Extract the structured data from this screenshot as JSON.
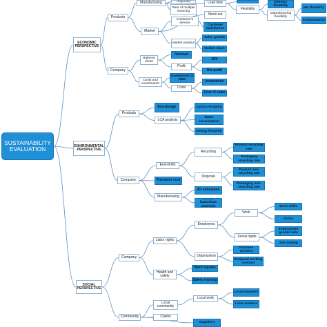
{
  "nodes": [
    {
      "id": "root",
      "text": "SUSTAINABILITY EVALUATION",
      "style": "root"
    },
    {
      "id": "econ",
      "text": "ECONOMIC PERSPECTIVE",
      "style": "persp"
    },
    {
      "id": "env",
      "text": "ENVIRONMENTAL PERSPECTIVE",
      "style": "persp"
    },
    {
      "id": "soc",
      "text": "SOCIAL PERSPECTIVE",
      "style": "persp"
    },
    {
      "id": "e_products",
      "text": "Products",
      "style": "white"
    },
    {
      "id": "e_company",
      "text": "Company",
      "style": "white"
    },
    {
      "id": "e_manufacturing",
      "text": "Manufacturing",
      "style": "white"
    },
    {
      "id": "e_market",
      "text": "Market",
      "style": "white"
    },
    {
      "id": "e_response",
      "text": "response",
      "style": "white"
    },
    {
      "id": "e_rate_sourcing",
      "text": "Rate of multiple sourcing",
      "style": "white"
    },
    {
      "id": "e_lead_time",
      "text": "Lead time",
      "style": "white"
    },
    {
      "id": "e_flexibility",
      "text": "Flexibility",
      "style": "white"
    },
    {
      "id": "e_top_blue",
      "text": "",
      "style": "blue"
    },
    {
      "id": "e_delivery_flex",
      "text": "Delivery flexibility",
      "style": "blue"
    },
    {
      "id": "e_mfg_flex",
      "text": "Manufacturing flexibility",
      "style": "white"
    },
    {
      "id": "e_mix_flex",
      "text": "Mix flexibility",
      "style": "blue"
    },
    {
      "id": "e_customization",
      "text": "Customization",
      "style": "blue"
    },
    {
      "id": "e_stockout",
      "text": "Stock-out",
      "style": "white"
    },
    {
      "id": "e_cust_service",
      "text": "Customer's service",
      "style": "white"
    },
    {
      "id": "e_cust_satis",
      "text": "Customer satisfaction",
      "style": "blue"
    },
    {
      "id": "e_market_pos",
      "text": "Market position",
      "style": "white"
    },
    {
      "id": "e_sales_growth",
      "text": "Sales growth",
      "style": "blue"
    },
    {
      "id": "e_market_share",
      "text": "Market share",
      "style": "blue"
    },
    {
      "id": "e_balance",
      "text": "Balance sheet",
      "style": "white"
    },
    {
      "id": "e_turnover",
      "text": "Turnover",
      "style": "blue"
    },
    {
      "id": "e_profit",
      "text": "Profit",
      "style": "white"
    },
    {
      "id": "e_roi",
      "text": "ROI",
      "style": "blue"
    },
    {
      "id": "e_net_profit",
      "text": "Net profit",
      "style": "blue"
    },
    {
      "id": "e_costs_inv",
      "text": "Costs and investments",
      "style": "white"
    },
    {
      "id": "e_inv_rd",
      "text": "Investments in R&D",
      "style": "blue"
    },
    {
      "id": "e_costs",
      "text": "Costs",
      "style": "white"
    },
    {
      "id": "e_inventories",
      "text": "Inventories",
      "style": "blue"
    },
    {
      "id": "e_cost_sales",
      "text": "Cost of sales",
      "style": "blue"
    },
    {
      "id": "v_products",
      "text": "Products",
      "style": "white"
    },
    {
      "id": "v_ecodesign",
      "text": "Eco-design",
      "style": "blue"
    },
    {
      "id": "v_lca",
      "text": "LCA analysis",
      "style": "white"
    },
    {
      "id": "v_carbon",
      "text": "Carbon footprint",
      "style": "blue"
    },
    {
      "id": "v_water",
      "text": "Water consumption",
      "style": "blue"
    },
    {
      "id": "v_energy",
      "text": "Energy footprint",
      "style": "blue"
    },
    {
      "id": "v_company",
      "text": "Company",
      "style": "white"
    },
    {
      "id": "v_endlife",
      "text": "End-of-life",
      "style": "white"
    },
    {
      "id": "v_recycling",
      "text": "Recycling",
      "style": "white"
    },
    {
      "id": "v_prod_recyc",
      "text": "Product recycling rate",
      "style": "blue"
    },
    {
      "id": "v_pack_recyc",
      "text": "Packaging recycling rate",
      "style": "blue"
    },
    {
      "id": "v_disposal",
      "text": "Disposal",
      "style": "white"
    },
    {
      "id": "v_prod_nonrecyc",
      "text": "Product non-recycling rate",
      "style": "blue"
    },
    {
      "id": "v_pack_nonrecyc",
      "text": "Packaging non-recycling rate",
      "style": "blue"
    },
    {
      "id": "v_transport",
      "text": "Transport cost",
      "style": "blue"
    },
    {
      "id": "v_manufacturing",
      "text": "Manufacturing",
      "style": "white"
    },
    {
      "id": "v_air",
      "text": "Air emissions",
      "style": "blue"
    },
    {
      "id": "v_hazard",
      "text": "Use of hazardous materials",
      "style": "blue"
    },
    {
      "id": "s_company",
      "text": "Company",
      "style": "white"
    },
    {
      "id": "s_labor",
      "text": "Labor rights",
      "style": "white"
    },
    {
      "id": "s_employees",
      "text": "Employees",
      "style": "white"
    },
    {
      "id": "s_work",
      "text": "Work",
      "style": "white"
    },
    {
      "id": "s_shifts",
      "text": "Work shifts",
      "style": "blue"
    },
    {
      "id": "s_salary",
      "text": "Salary",
      "style": "blue"
    },
    {
      "id": "s_social_rights",
      "text": "Social rights",
      "style": "white"
    },
    {
      "id": "s_gender",
      "text": "Employment gender ratio",
      "style": "blue"
    },
    {
      "id": "s_job_training",
      "text": "Job training",
      "style": "blue"
    },
    {
      "id": "s_organization",
      "text": "Organization",
      "style": "white"
    },
    {
      "id": "s_fulltime",
      "text": "Full-time workers",
      "style": "blue"
    },
    {
      "id": "s_temporal",
      "text": "Temporal working contract",
      "style": "blue"
    },
    {
      "id": "s_health",
      "text": "Health and safety",
      "style": "white"
    },
    {
      "id": "s_injuries",
      "text": "Work injuries",
      "style": "blue"
    },
    {
      "id": "s_safety_training",
      "text": "Safety training",
      "style": "blue"
    },
    {
      "id": "s_community",
      "text": "Community",
      "style": "white"
    },
    {
      "id": "s_local_comm",
      "text": "Local community",
      "style": "white"
    },
    {
      "id": "s_local_work",
      "text": "Local work",
      "style": "white"
    },
    {
      "id": "s_local_suppliers",
      "text": "Local suppliers",
      "style": "blue"
    },
    {
      "id": "s_local_workers",
      "text": "Local workers",
      "style": "blue"
    },
    {
      "id": "s_claims",
      "text": "Claims",
      "style": "white"
    },
    {
      "id": "s_supplier",
      "text": "Supplier's",
      "style": "blue"
    }
  ],
  "edges": [
    [
      "root",
      "econ"
    ],
    [
      "root",
      "env"
    ],
    [
      "root",
      "soc"
    ],
    [
      "econ",
      "e_products"
    ],
    [
      "econ",
      "e_company"
    ],
    [
      "e_products",
      "e_manufacturing"
    ],
    [
      "e_products",
      "e_market"
    ],
    [
      "e_manufacturing",
      "e_response"
    ],
    [
      "e_manufacturing",
      "e_rate_sourcing"
    ],
    [
      "e_manufacturing",
      "e_lead_time"
    ],
    [
      "e_lead_time",
      "e_flexibility"
    ],
    [
      "e_lead_time",
      "e_top_blue"
    ],
    [
      "e_flexibility",
      "e_delivery_flex"
    ],
    [
      "e_flexibility",
      "e_mfg_flex"
    ],
    [
      "e_mfg_flex",
      "e_mix_flex"
    ],
    [
      "e_mfg_flex",
      "e_customization"
    ],
    [
      "e_market",
      "e_stockout"
    ],
    [
      "e_market",
      "e_cust_service"
    ],
    [
      "e_market",
      "e_market_pos"
    ],
    [
      "e_cust_service",
      "e_cust_satis"
    ],
    [
      "e_market_pos",
      "e_sales_growth"
    ],
    [
      "e_market_pos",
      "e_market_share"
    ],
    [
      "e_company",
      "e_balance"
    ],
    [
      "e_company",
      "e_costs_inv"
    ],
    [
      "e_balance",
      "e_turnover"
    ],
    [
      "e_balance",
      "e_profit"
    ],
    [
      "e_profit",
      "e_roi"
    ],
    [
      "e_profit",
      "e_net_profit"
    ],
    [
      "e_costs_inv",
      "e_inv_rd"
    ],
    [
      "e_costs_inv",
      "e_costs"
    ],
    [
      "e_costs",
      "e_inventories"
    ],
    [
      "e_costs",
      "e_cost_sales"
    ],
    [
      "env",
      "v_products"
    ],
    [
      "env",
      "v_company"
    ],
    [
      "v_products",
      "v_ecodesign"
    ],
    [
      "v_products",
      "v_lca"
    ],
    [
      "v_lca",
      "v_carbon"
    ],
    [
      "v_lca",
      "v_water"
    ],
    [
      "v_lca",
      "v_energy"
    ],
    [
      "v_company",
      "v_endlife"
    ],
    [
      "v_company",
      "v_transport"
    ],
    [
      "v_company",
      "v_manufacturing"
    ],
    [
      "v_endlife",
      "v_recycling"
    ],
    [
      "v_endlife",
      "v_disposal"
    ],
    [
      "v_recycling",
      "v_prod_recyc"
    ],
    [
      "v_recycling",
      "v_pack_recyc"
    ],
    [
      "v_disposal",
      "v_prod_nonrecyc"
    ],
    [
      "v_disposal",
      "v_pack_nonrecyc"
    ],
    [
      "v_manufacturing",
      "v_air"
    ],
    [
      "v_manufacturing",
      "v_hazard"
    ],
    [
      "soc",
      "s_company"
    ],
    [
      "soc",
      "s_community"
    ],
    [
      "s_company",
      "s_labor"
    ],
    [
      "s_company",
      "s_health"
    ],
    [
      "s_labor",
      "s_employees"
    ],
    [
      "s_labor",
      "s_organization"
    ],
    [
      "s_employees",
      "s_work"
    ],
    [
      "s_employees",
      "s_social_rights"
    ],
    [
      "s_work",
      "s_shifts"
    ],
    [
      "s_work",
      "s_salary"
    ],
    [
      "s_social_rights",
      "s_gender"
    ],
    [
      "s_social_rights",
      "s_job_training"
    ],
    [
      "s_organization",
      "s_fulltime"
    ],
    [
      "s_organization",
      "s_temporal"
    ],
    [
      "s_health",
      "s_injuries"
    ],
    [
      "s_health",
      "s_safety_training"
    ],
    [
      "s_community",
      "s_local_comm"
    ],
    [
      "s_community",
      "s_claims"
    ],
    [
      "s_community",
      "s_supplier"
    ],
    [
      "s_local_comm",
      "s_local_work"
    ],
    [
      "s_local_work",
      "s_local_suppliers"
    ],
    [
      "s_local_work",
      "s_local_workers"
    ]
  ]
}
